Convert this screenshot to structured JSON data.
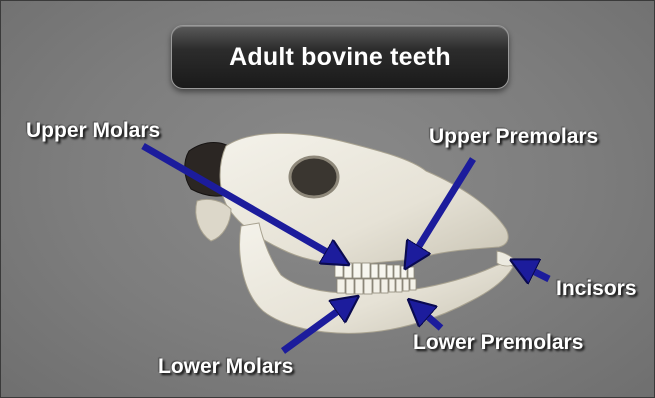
{
  "title": "Adult bovine teeth",
  "labels": {
    "upper_molars": "Upper Molars",
    "upper_premolars": "Upper Premolars",
    "incisors": "Incisors",
    "lower_premolars": "Lower Premolars",
    "lower_molars": "Lower Molars"
  },
  "colors": {
    "arrow": "#1c1c9c",
    "background": "#808080",
    "bone": "#e9e6dc"
  }
}
